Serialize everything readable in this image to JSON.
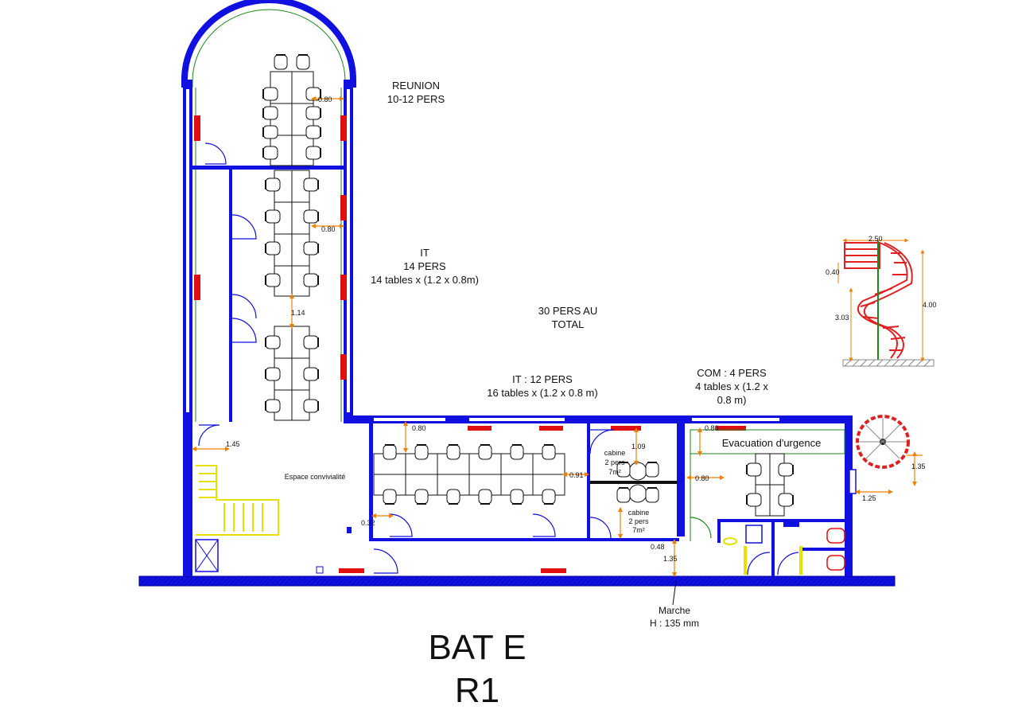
{
  "rooms": {
    "reunion": {
      "line1": "REUNION",
      "line2": "10-12 PERS"
    },
    "it_north": {
      "line1": "IT",
      "line2": "14 PERS",
      "line3": "14 tables x (1.2 x 0.8m)"
    },
    "total": {
      "line1": "30 PERS AU",
      "line2": "TOTAL"
    },
    "it_south": {
      "line1": "IT : 12 PERS",
      "line2": "16 tables x (1.2 x 0.8 m)"
    },
    "com": {
      "line1": "COM : 4 PERS",
      "line2": "4 tables x (1.2 x",
      "line3": "0.8 m)"
    },
    "evacuation": "Evacuation d'urgence",
    "espace": "Espace convivialité",
    "cabine_top": {
      "line1": "cabine",
      "line2": "2 pers",
      "line3": "7m²"
    },
    "cabine_bottom": {
      "line1": "cabine",
      "line2": "2 pers",
      "line3": "7m²"
    }
  },
  "dimensions": {
    "d_080_top": "0.80",
    "d_080_mid": "0.80",
    "d_114": "1.14",
    "d_145": "1.45",
    "d_080_it": "0.80",
    "d_109": "1.09",
    "d_091": "0.91",
    "d_080_com": "0.80",
    "d_080_cor": "0.80",
    "d_032": "0.32",
    "d_048": "0.48",
    "d_135_corr": "1.35",
    "d_135_stair": "1.35",
    "d_125": "1.25",
    "stair_250": "2.50",
    "stair_040": "0.40",
    "stair_400": "4.00",
    "stair_303": "3.03"
  },
  "marche": {
    "line1": "Marche",
    "line2": "H : 135 mm"
  },
  "title": {
    "line1": "BAT E",
    "line2": "R1"
  },
  "colors": {
    "wall": "#1010e0",
    "window": "#e01010",
    "door": "#1010e0",
    "dimension": "#f08000",
    "stair": "#e02020",
    "evac": "#20a020",
    "sanitary": "#e8e000"
  }
}
